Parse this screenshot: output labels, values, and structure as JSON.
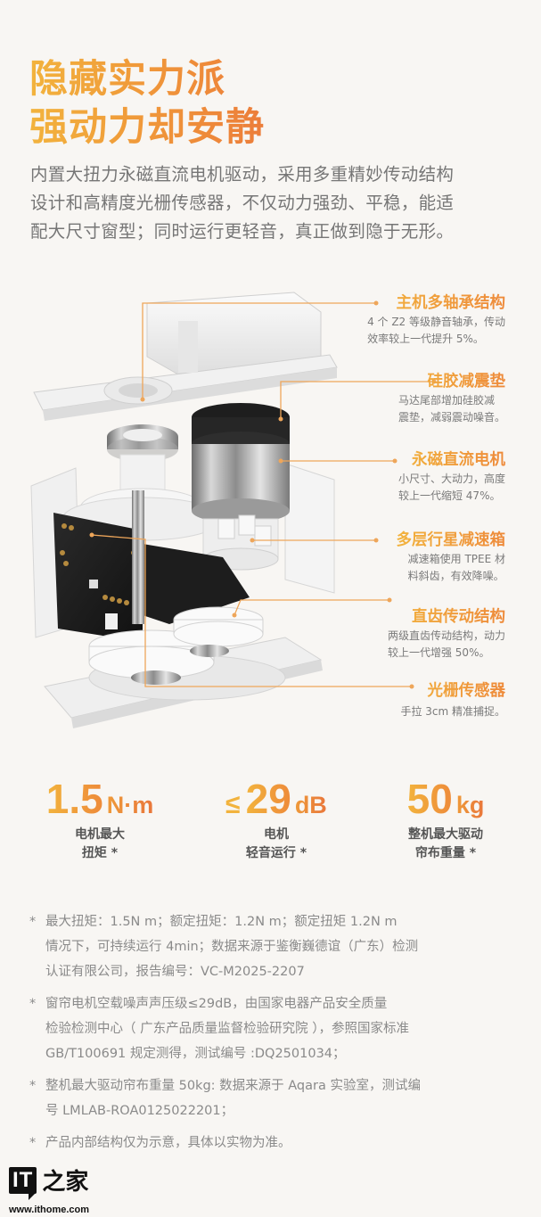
{
  "header": {
    "title_lines": [
      "隐藏实力派",
      "强动力却安静"
    ],
    "intro_lines": [
      "内置大扭力永磁直流电机驱动，采用多重精妙传动结构",
      "设计和高精度光栅传感器，不仅动力强劲、平稳，能适",
      "配大尺寸窗型；同时运行更轻音，真正做到隐于无形。"
    ]
  },
  "colors": {
    "accent_start": "#f2b33d",
    "accent_end": "#ec7d3a",
    "leader_line": "#eea65a",
    "background": "#f8f6f3"
  },
  "callouts": [
    {
      "title": "主机多轴承结构",
      "desc_lines": [
        "4 个 Z2 等级静音轴承，传动",
        "效率较上一代提升 5%。"
      ]
    },
    {
      "title": "硅胶减震垫",
      "desc_lines": [
        "马达尾部增加硅胶减",
        "震垫，减弱震动噪音。"
      ]
    },
    {
      "title": "永磁直流电机",
      "desc_lines": [
        "小尺寸、大动力，高度",
        "较上一代缩短 47%。"
      ]
    },
    {
      "title": "多层行星减速箱",
      "desc_lines": [
        "减速箱使用 TPEE 材",
        "料斜齿，有效降噪。"
      ]
    },
    {
      "title": "直齿传动结构",
      "desc_lines": [
        "两级直齿传动结构，动力",
        "较上一代增强 50%。"
      ]
    },
    {
      "title": "光栅传感器",
      "desc_lines": [
        "手拉 3cm 精准捕捉。"
      ]
    }
  ],
  "stats": [
    {
      "prefix": "",
      "value": "1.5",
      "unit": "N·m",
      "label_lines": [
        "电机最大",
        "扭矩 *"
      ]
    },
    {
      "prefix": "≤",
      "value": "29",
      "unit": "dB",
      "label_lines": [
        "电机",
        "轻音运行 *"
      ]
    },
    {
      "prefix": "",
      "value": "50",
      "unit": "kg",
      "label_lines": [
        "整机最大驱动",
        "帘布重量 *"
      ]
    }
  ],
  "notes": [
    {
      "star": "*",
      "lines": [
        "最大扭矩：1.5N   m；额定扭矩：1.2N   m；额定扭矩 1.2N   m",
        "情况下，可持续运行 4min；数据来源于鉴衡巍德谊（广东）检测",
        "认证有限公司，报告编号：VC-M2025-2207"
      ]
    },
    {
      "star": "*",
      "lines": [
        "窗帘电机空载噪声声压级≤29dB，由国家电器产品安全质量",
        "检验检测中心（ 广东产品质量监督检验研究院 ），参照国家标准",
        "GB/T100691 规定测得，测试编号 :DQ2501034；"
      ]
    },
    {
      "star": "*",
      "lines": [
        "整机最大驱动帘布重量 50kg: 数据来源于 Aqara 实验室，测试编",
        "号 LMLAB-ROA0125022201；"
      ]
    },
    {
      "star": "*",
      "lines": [
        "产品内部结构仅为示意，具体以实物为准。"
      ]
    }
  ],
  "watermark": {
    "logo_text": "IT",
    "logo_cn": "之家",
    "url": "www.ithome.com"
  }
}
